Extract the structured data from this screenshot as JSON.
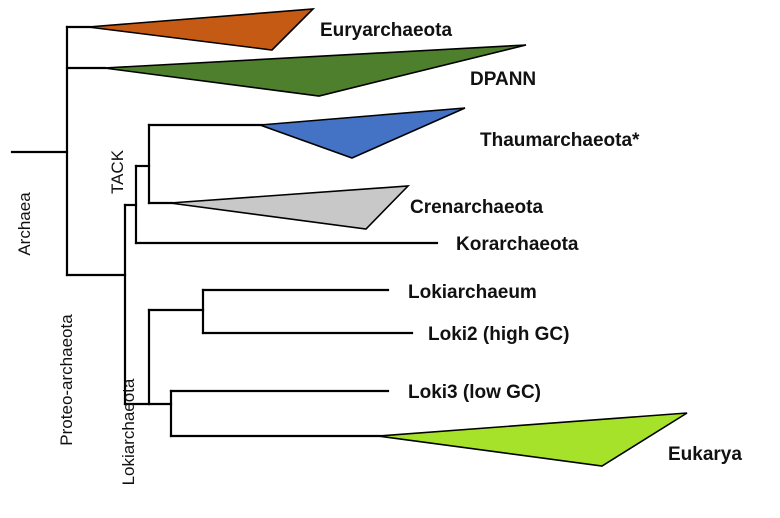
{
  "taxa": {
    "euryarchaeota": "Euryarchaeota",
    "dpann": "DPANN",
    "thaumarchaeota": "Thaumarchaeota*",
    "crenarchaeota": "Crenarchaeota",
    "korarchaeota": "Korarchaeota",
    "lokiarchaeum": "Lokiarchaeum",
    "loki2": "Loki2 (high GC)",
    "loki3": "Loki3 (low GC)",
    "eukarya": "Eukarya"
  },
  "groups": {
    "archaea": "Archaea",
    "tack": "TACK",
    "proteoarchaeota": "Proteo-archaeota",
    "lokiarchaeota": "Lokiarchaeota"
  },
  "colors": {
    "euryarchaeota": "#c55a14",
    "dpann": "#4e7f2c",
    "thaumarchaeota": "#4472c4",
    "crenarchaeota": "#c8c8c8",
    "eukarya": "#a6e22a",
    "lines": "#000000"
  }
}
